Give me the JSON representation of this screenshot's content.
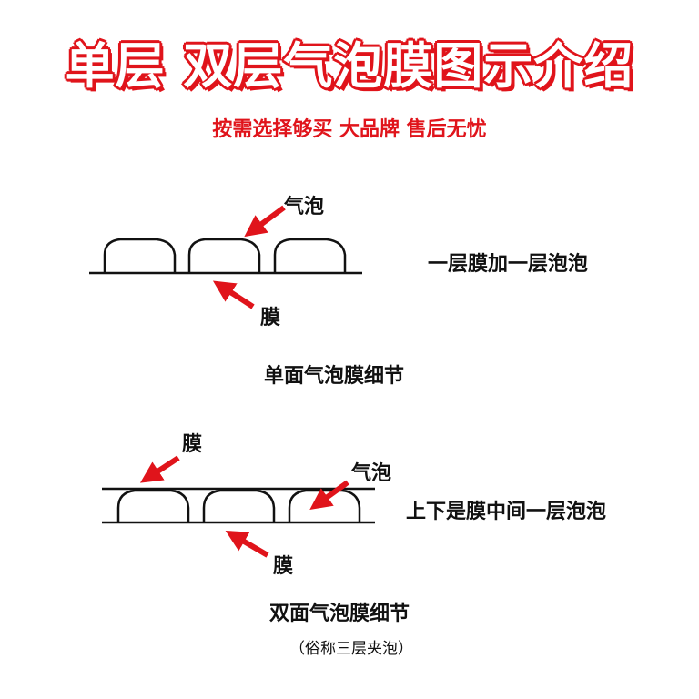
{
  "header": {
    "title": "单层 双层气泡膜图示介绍",
    "subtitle": "按需选择够买 大品牌 售后无忧"
  },
  "single_layer": {
    "bubble_label": "气泡",
    "film_label": "膜",
    "description": "一层膜加一层泡泡",
    "caption": "单面气泡膜细节"
  },
  "double_layer": {
    "top_film_label": "膜",
    "bubble_label": "气泡",
    "bottom_film_label": "膜",
    "description": "上下是膜中间一层泡泡",
    "caption": "双面气泡膜细节",
    "note": "（俗称三层夹泡）"
  },
  "colors": {
    "accent": "#e0141b",
    "line": "#111111"
  }
}
